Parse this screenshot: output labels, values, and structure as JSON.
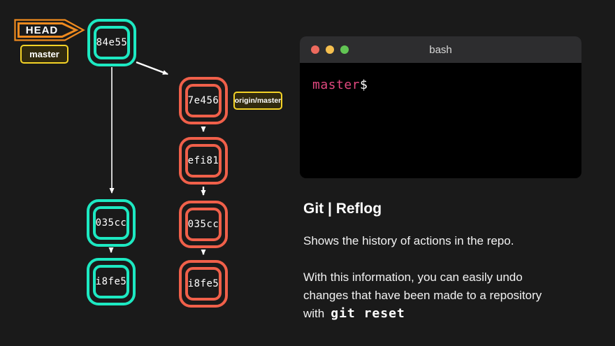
{
  "colors": {
    "background": "#1a1a1a",
    "branch_local_teal": "#1de9c2",
    "branch_remote_coral": "#f0604a",
    "head_arrow_orange": "#ee8a1f",
    "tag_yellow": "#f5d327",
    "tag_background": "#312a0e",
    "prompt_pink": "#e1487f",
    "terminal_body": "#000000",
    "terminal_titlebar": "#2d2d2f",
    "dot_red": "#ed6a5e",
    "dot_yellow": "#f5bf4f",
    "dot_green": "#62c554",
    "text_white": "#ffffff"
  },
  "diagram": {
    "head": {
      "label": "HEAD"
    },
    "tags": {
      "master": "master",
      "origin_master": "origin/master"
    },
    "nodes": [
      {
        "label": "84e55",
        "branch": "local"
      },
      {
        "label": "7e456",
        "branch": "remote"
      },
      {
        "label": "efi81",
        "branch": "remote"
      },
      {
        "label": "035cc",
        "branch": "remote"
      },
      {
        "label": "i8fe5",
        "branch": "remote"
      },
      {
        "label": "035cc",
        "branch": "local"
      },
      {
        "label": "i8fe5",
        "branch": "local"
      }
    ]
  },
  "terminal": {
    "title": "bash",
    "prompt": {
      "branch": "master",
      "symbol": "$"
    }
  },
  "info": {
    "title": "Git | Reflog",
    "paragraph1": "Shows the history of actions in the repo.",
    "paragraph2": {
      "line1": "With this information, you can easily undo",
      "line2": "changes that have been made to a repository",
      "line3_prefix": "with",
      "code": "git reset"
    }
  }
}
